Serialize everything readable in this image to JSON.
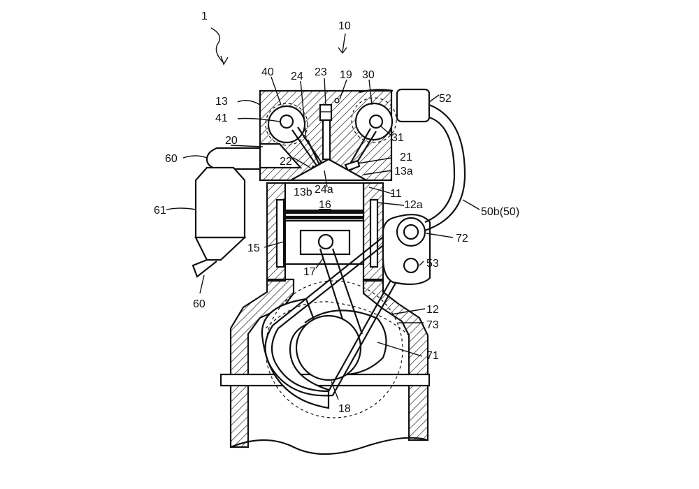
{
  "labels": {
    "l1": "1",
    "l10": "10",
    "l11": "11",
    "l12": "12",
    "l12a": "12a",
    "l13": "13",
    "l13a": "13a",
    "l13b": "13b",
    "l15": "15",
    "l16": "16",
    "l17": "17",
    "l18": "18",
    "l19": "19",
    "l20": "20",
    "l21": "21",
    "l22": "22",
    "l23": "23",
    "l24": "24",
    "l24a": "24a",
    "l30": "30",
    "l31": "31",
    "l40": "40",
    "l41": "41",
    "l50b": "50b(50)",
    "l52": "52",
    "l53": "53",
    "l60a": "60",
    "l60b": "60",
    "l61": "61",
    "l71": "71",
    "l72": "72",
    "l73": "73"
  }
}
